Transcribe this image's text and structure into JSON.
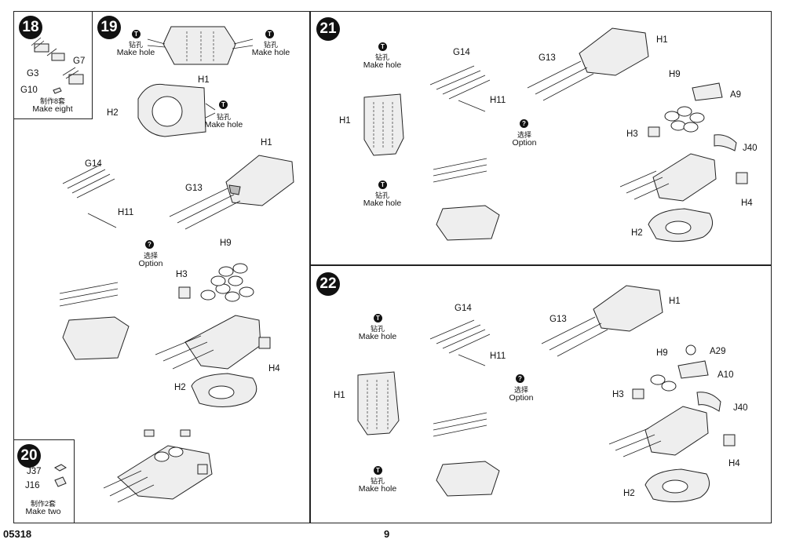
{
  "page_code": "05318",
  "page_number": "9",
  "steps": {
    "s18": {
      "number": "18",
      "parts": [
        "G3",
        "G7",
        "G10"
      ],
      "note_cn": "制作8套",
      "note_en": "Make eight"
    },
    "s19": {
      "number": "19",
      "hole_cn": "钻孔",
      "hole_en": "Make hole",
      "parts": {
        "h1": "H1",
        "h2": "H2",
        "g14": "G14",
        "h11": "H11",
        "g13": "G13",
        "h9": "H9",
        "h3": "H3",
        "h4": "H4"
      },
      "option_cn": "选择",
      "option_en": "Option"
    },
    "s20": {
      "number": "20",
      "parts": [
        "J37",
        "J16"
      ],
      "note_cn": "制作2套",
      "note_en": "Make two"
    },
    "s21": {
      "number": "21",
      "hole_cn": "钻孔",
      "hole_en": "Make hole",
      "parts": {
        "h1": "H1",
        "h2": "H2",
        "g14": "G14",
        "h11": "H11",
        "g13": "G13",
        "h9": "H9",
        "h3": "H3",
        "h4": "H4",
        "a9": "A9",
        "j40": "J40"
      },
      "option_cn": "选择",
      "option_en": "Option"
    },
    "s22": {
      "number": "22",
      "hole_cn": "钻孔",
      "hole_en": "Make hole",
      "parts": {
        "h1": "H1",
        "h2": "H2",
        "g14": "G14",
        "h11": "H11",
        "g13": "G13",
        "h9": "H9",
        "h3": "H3",
        "h4": "H4",
        "a29": "A29",
        "a10": "A10",
        "j40": "J40"
      },
      "option_cn": "选择",
      "option_en": "Option"
    }
  }
}
